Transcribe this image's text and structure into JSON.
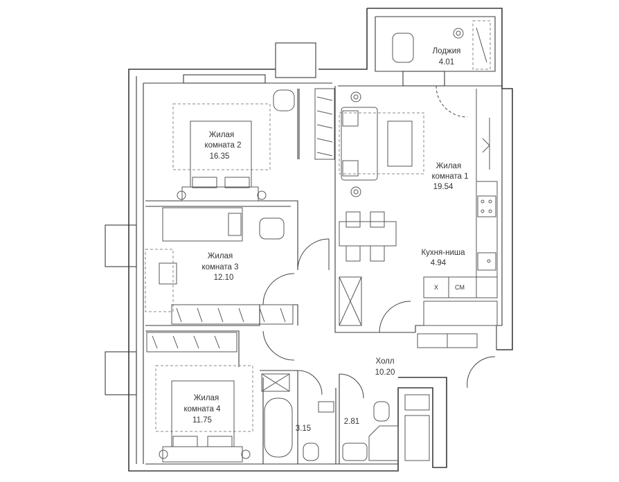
{
  "rooms": {
    "loggia": {
      "name": "Лоджия",
      "area": "4.01"
    },
    "living1": {
      "name_line1": "Жилая",
      "name_line2": "комната 1",
      "area": "19.54"
    },
    "kitchen": {
      "name": "Кухня-ниша",
      "area": "4.94"
    },
    "living2": {
      "name_line1": "Жилая",
      "name_line2": "комната 2",
      "area": "16.35"
    },
    "living3": {
      "name_line1": "Жилая",
      "name_line2": "комната 3",
      "area": "12.10"
    },
    "living4": {
      "name_line1": "Жилая",
      "name_line2": "комната 4",
      "area": "11.75"
    },
    "hall": {
      "name": "Холл",
      "area": "10.20"
    },
    "bath1": {
      "area": "3.15"
    },
    "bath2": {
      "area": "2.81"
    }
  },
  "appliances": {
    "fridge": "Х",
    "dishwasher": "СМ"
  }
}
